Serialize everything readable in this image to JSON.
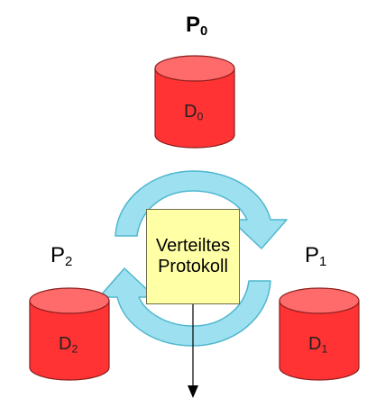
{
  "processes": [
    {
      "name": "P",
      "index": "0",
      "disk": "D",
      "disk_index": "0"
    },
    {
      "name": "P",
      "index": "1",
      "disk": "D",
      "disk_index": "1"
    },
    {
      "name": "P",
      "index": "2",
      "disk": "D",
      "disk_index": "2"
    }
  ],
  "protocol": {
    "line1": "Verteiltes",
    "line2": "Protokoll"
  },
  "colors": {
    "disk_fill": "#ff3333",
    "disk_top": "#ff6b6b",
    "disk_stroke": "#8a1d1d",
    "cycle_arrow": "#9de0ef",
    "cycle_stroke": "#4fb7cf",
    "protocol_box": "#ffffa6"
  }
}
